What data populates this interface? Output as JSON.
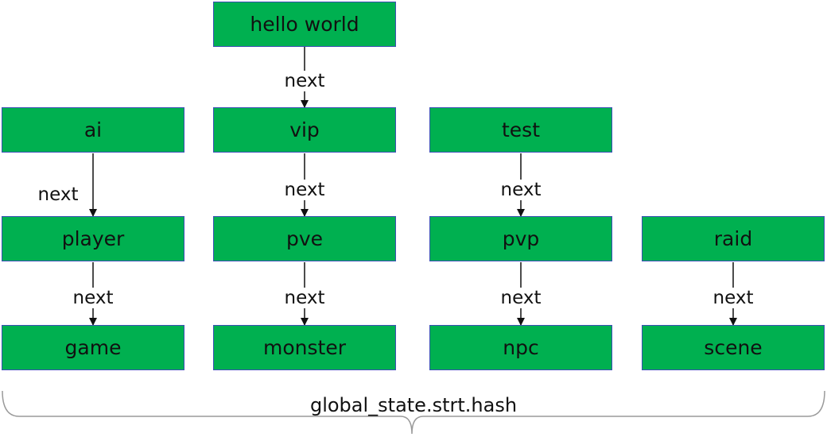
{
  "diagram": {
    "nodes": {
      "hello_world": "hello world",
      "ai": "ai",
      "vip": "vip",
      "test": "test",
      "player": "player",
      "pve": "pve",
      "pvp": "pvp",
      "raid": "raid",
      "game": "game",
      "monster": "monster",
      "npc": "npc",
      "scene": "scene"
    },
    "edge_label": "next",
    "group_label": "global_state.strt.hash",
    "colors": {
      "node_fill": "#00b050",
      "node_border": "#3b4fb5",
      "text": "#111111",
      "line": "#111111",
      "brace": "#9a9a9a"
    }
  }
}
